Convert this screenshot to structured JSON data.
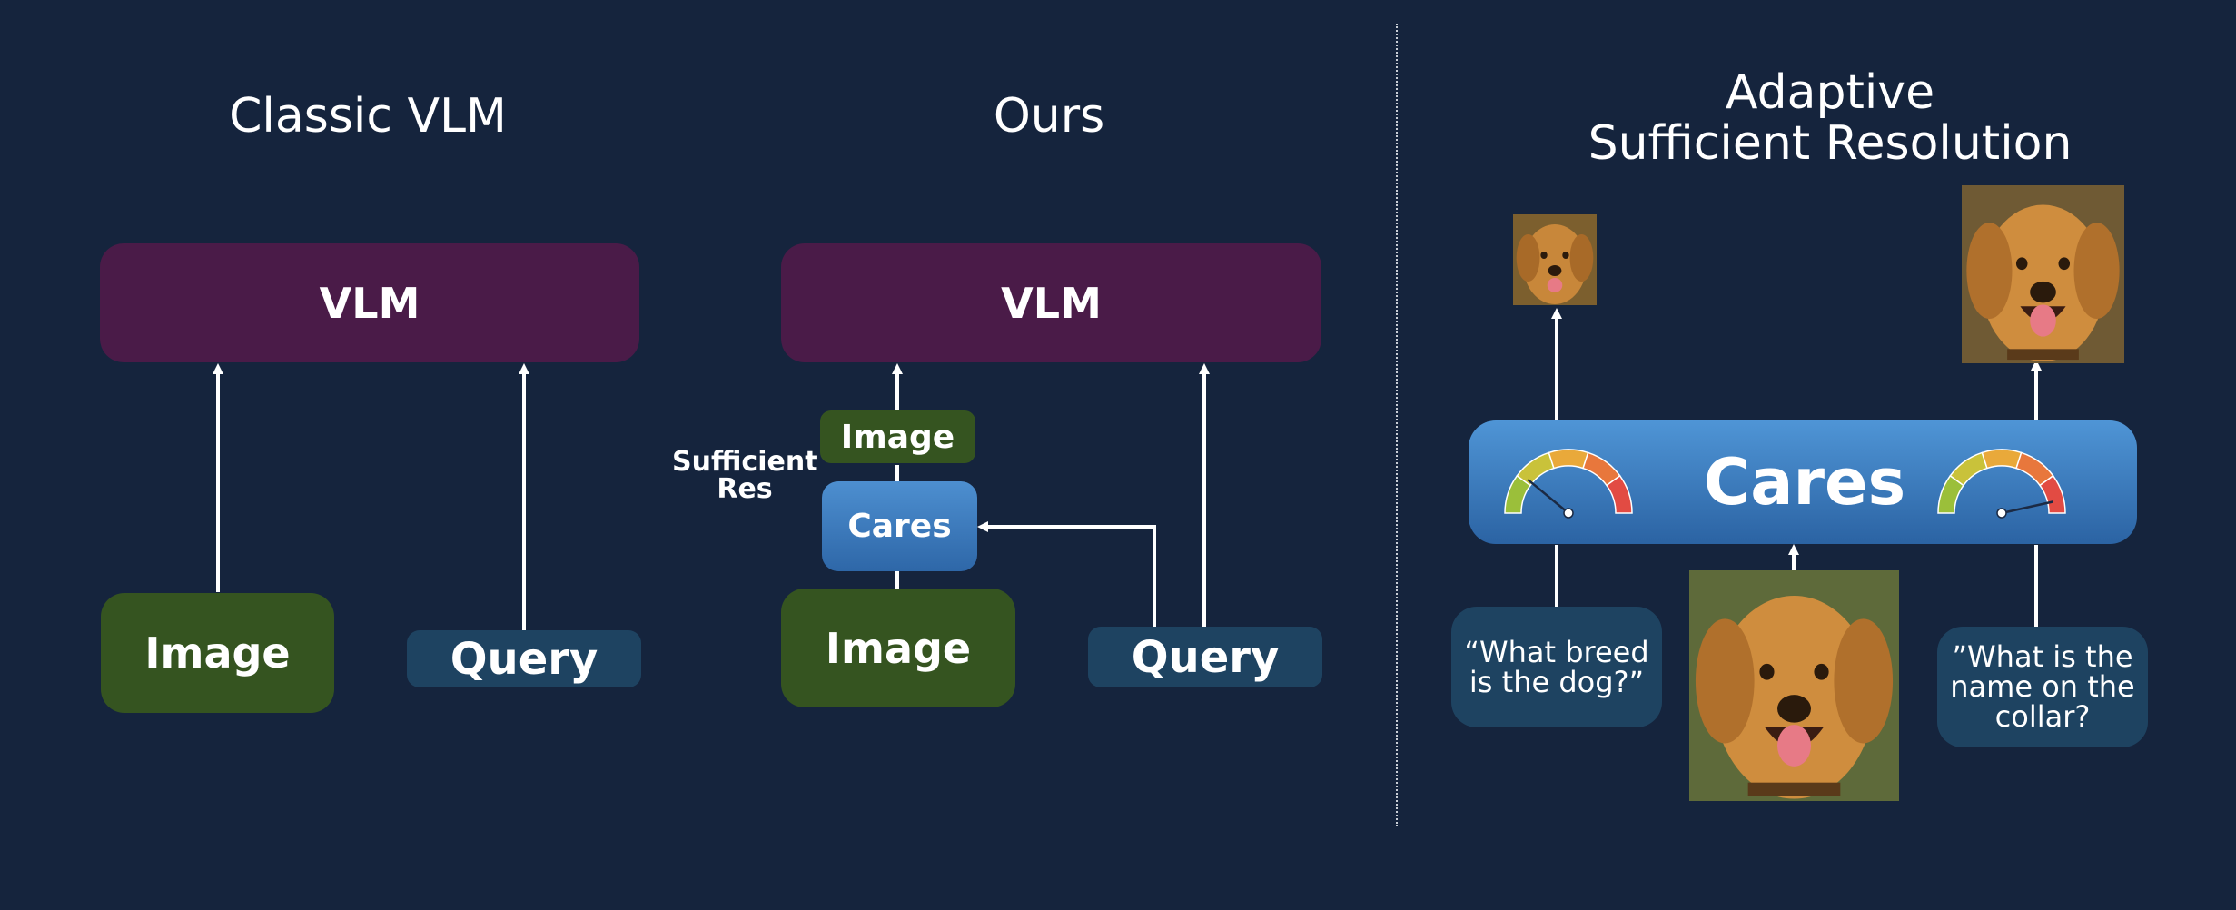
{
  "panels": {
    "classic": {
      "title": "Classic VLM",
      "vlm_label": "VLM",
      "image_label": "Image",
      "query_label": "Query"
    },
    "ours": {
      "title": "Ours",
      "vlm_label": "VLM",
      "image_small_label": "Image",
      "cares_label": "Cares",
      "side_label_line1": "Sufficient",
      "side_label_line2": "Res",
      "image_label": "Image",
      "query_label": "Query"
    },
    "adaptive": {
      "title_line1": "Adaptive",
      "title_line2": "Sufficient Resolution",
      "cares_label": "Cares",
      "question_left": "“What breed\nis the dog?”",
      "question_right": "”What is the\nname on the\ncollar?",
      "gauge_left_level": 0.22,
      "gauge_right_level": 0.93
    }
  },
  "colors": {
    "background": "#15243d",
    "vlm": "#4a1b48",
    "image": "#355420",
    "query": "#1e4361",
    "cares": "#3b7bc0"
  },
  "icons": [
    "dog-photo",
    "gauge-icon",
    "arrow"
  ]
}
